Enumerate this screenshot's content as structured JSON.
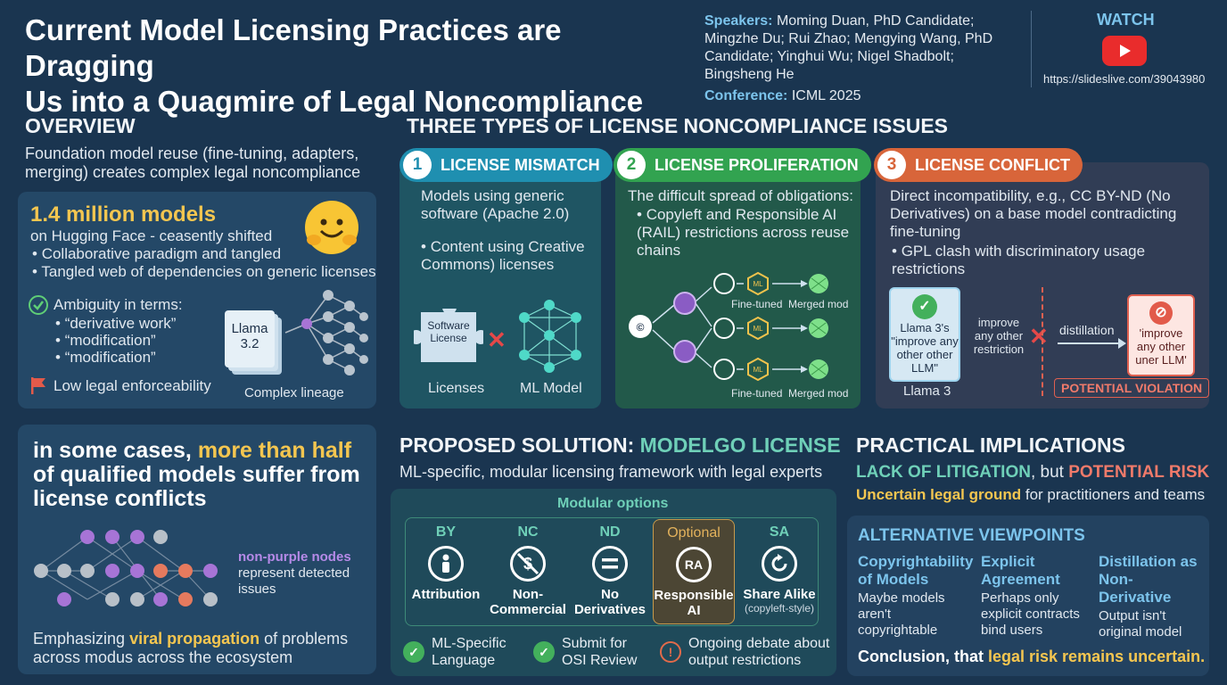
{
  "header": {
    "title_line1": "Current Model Licensing Practices are Dragging",
    "title_line2": "Us into a Quagmire of Legal Noncompliance",
    "speakers_label": "Speakers:",
    "speakers": "Moming Duan, PhD Candidate; Mingzhe Du; Rui Zhao; Mengying Wang, PhD Candidate; Yinghui Wu; Nigel Shadbolt; Bingsheng He",
    "conference_label": "Conference:",
    "conference": "ICML 2025",
    "watch_label": "WATCH",
    "url": "https://slideslive.com/39043980"
  },
  "overview": {
    "title": "OVERVIEW",
    "intro": "Foundation model reuse (fine-tuning, adapters, merging) creates complex legal noncompliance",
    "headline": "1.4 million models",
    "subline": "on Hugging Face - ceasently shifted",
    "bullet1": "Collaborative paradigm and tangled",
    "bullet2": "Tangled web of dependencies on generic licenses",
    "ambiguity": "Ambiguity in terms:",
    "term1": "“derivative work”",
    "term2": "“modification”",
    "term3": "“modification”",
    "low": "Low legal enforceability",
    "llama": "Llama 3.2",
    "lineage": "Complex lineage"
  },
  "conflicts": {
    "line_a": "in some cases, ",
    "line_a_hl": "more than half",
    "line_b": "of qualified models suffer from license conflicts",
    "legend_hl": "non-purple nodes",
    "legend_rest": "represent detected issues",
    "footer_a": "Emphasizing ",
    "footer_hl": "viral propagation",
    "footer_b": " of problems across modus across the ecosystem"
  },
  "types": {
    "title": "THREE TYPES OF LICENSE NONCOMPLIANCE ISSUES",
    "mismatch": {
      "num": "1",
      "label": "LICENSE MISMATCH",
      "text1": "Models using generic software (Apache 2.0)",
      "text2": "Content using Creative Commons) licenses",
      "puzzle": "Software License",
      "cap1": "Licenses",
      "cap2": "ML Model"
    },
    "proliferation": {
      "num": "2",
      "label": "LICENSE PROLIFERATION",
      "text1": "The difficult spread of obligations:",
      "text2": "Copyleft and Responsible AI (RAIL) restrictions across reuse chains",
      "ft1": "Fine-tuned",
      "mm1": "Merged mod",
      "ft2": "Fine-tuned",
      "mm2": "Merged mod"
    },
    "conflict": {
      "num": "3",
      "label": "LICENSE CONFLICT",
      "text1": "Direct incompatibility, e.g., CC BY-ND (No Derivatives) on a base model contradicting fine-tuning",
      "text2": "GPL clash with discriminatory usage restrictions",
      "doc1": "Llama 3's \"improve any other other LLM\"",
      "doc1_cap": "Llama 3",
      "mid": "improve any other restriction",
      "distill": "distillation",
      "doc2": "'improve any other uner LLM'",
      "violation": "POTENTIAL VIOLATION"
    }
  },
  "solution": {
    "title_a": "PROPOSED SOLUTION: ",
    "title_hl": "MODELGO LICENSE",
    "sub": "ML-specific, modular licensing framework with legal experts",
    "modular": "Modular options",
    "options": [
      {
        "key": "BY",
        "label": "Attribution",
        "icon": "person-icon"
      },
      {
        "key": "NC",
        "label": "Non-Commercial",
        "icon": "no-dollar-icon"
      },
      {
        "key": "ND",
        "label": "No Derivatives",
        "icon": "equals-icon"
      },
      {
        "key": "Optional",
        "label": "Responsible AI",
        "icon": "ra-icon",
        "badge": "RA"
      },
      {
        "key": "SA",
        "label": "Share Alike",
        "note": "(copyleft-style)",
        "icon": "share-alike-icon"
      }
    ],
    "foot1": "ML-Specific Language",
    "foot2": "Submit for OSI Review",
    "foot3": "Ongoing debate about output restrictions"
  },
  "implications": {
    "title": "PRACTICAL IMPLICATIONS",
    "lack": "LACK OF LITIGATION",
    "but": ", but ",
    "risk": "POTENTIAL RISK",
    "uncertain": "Uncertain legal ground",
    "uncertain_rest": " for practitioners and teams",
    "alt_title": "ALTERNATIVE VIEWPOINTS",
    "cols": [
      {
        "head": "Copyrightability of Models",
        "text": "Maybe models aren't copyrightable"
      },
      {
        "head": "Explicit Agreement",
        "text": "Perhaps only explicit contracts bind users"
      },
      {
        "head": "Distillation as Non-Derivative",
        "text": "Output isn't original model"
      }
    ],
    "conclusion_a": "Conclusion, that ",
    "conclusion_hl": "legal risk remains uncertain."
  },
  "colors": {
    "background": "#1a3550",
    "yellow": "#f4c650",
    "teal": "#6fd0b8",
    "orange": "#f5a35a",
    "red": "#f07a6a",
    "blue": "#7cc4ec"
  }
}
